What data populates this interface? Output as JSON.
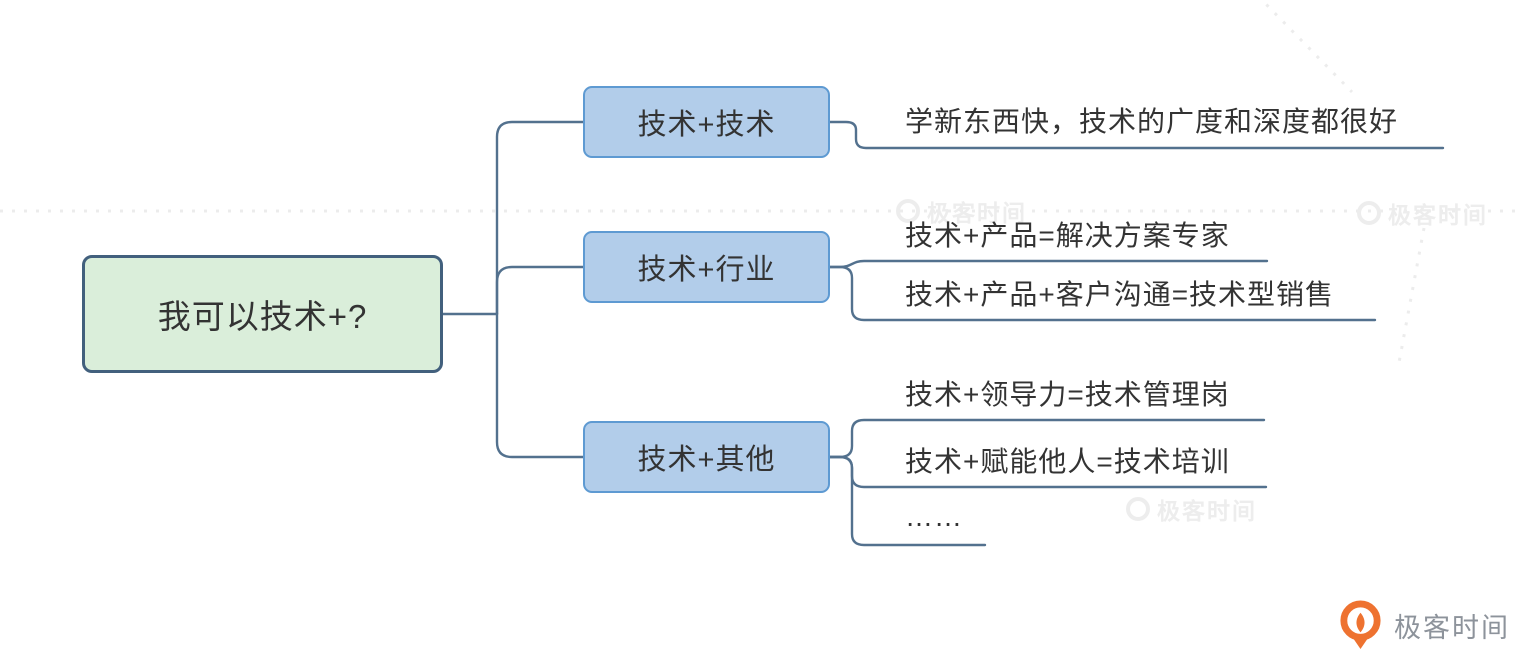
{
  "mindmap": {
    "root": {
      "label": "我可以技术+?"
    },
    "branches": [
      {
        "label": "技术+技术",
        "children": [
          {
            "label": "学新东西快，技术的广度和深度都很好"
          }
        ]
      },
      {
        "label": "技术+行业",
        "children": [
          {
            "label": "技术+产品=解决方案专家"
          },
          {
            "label": "技术+产品+客户沟通=技术型销售"
          }
        ]
      },
      {
        "label": "技术+其他",
        "children": [
          {
            "label": "技术+领导力=技术管理岗"
          },
          {
            "label": "技术+赋能他人=技术培训"
          },
          {
            "label": "……"
          }
        ]
      }
    ]
  },
  "watermark": {
    "text": "极客时间"
  },
  "logo": {
    "text": "极客时间"
  },
  "colors": {
    "root_fill": "#daeeda",
    "root_border": "#42607d",
    "branch_fill": "#b2cdea",
    "branch_border": "#5e9ad2",
    "connector": "#53718e",
    "logo_orange": "#ee7230",
    "watermark_gray": "#ededed",
    "text": "#333333"
  }
}
